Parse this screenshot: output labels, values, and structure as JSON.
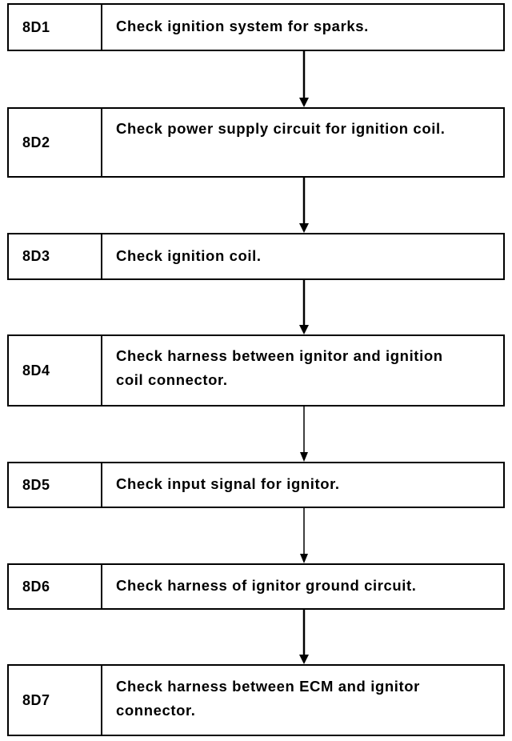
{
  "steps": [
    {
      "code": "8D1",
      "text": "Check ignition system for sparks."
    },
    {
      "code": "8D2",
      "text": "Check power supply circuit for ignition coil."
    },
    {
      "code": "8D3",
      "text": "Check ignition coil."
    },
    {
      "code": "8D4",
      "text": "Check harness between ignitor and ignition coil connector."
    },
    {
      "code": "8D5",
      "text": "Check input signal for ignitor."
    },
    {
      "code": "8D6",
      "text": "Check harness of ignitor ground circuit."
    },
    {
      "code": "8D7",
      "text": "Check harness between ECM and ignitor connector."
    }
  ]
}
